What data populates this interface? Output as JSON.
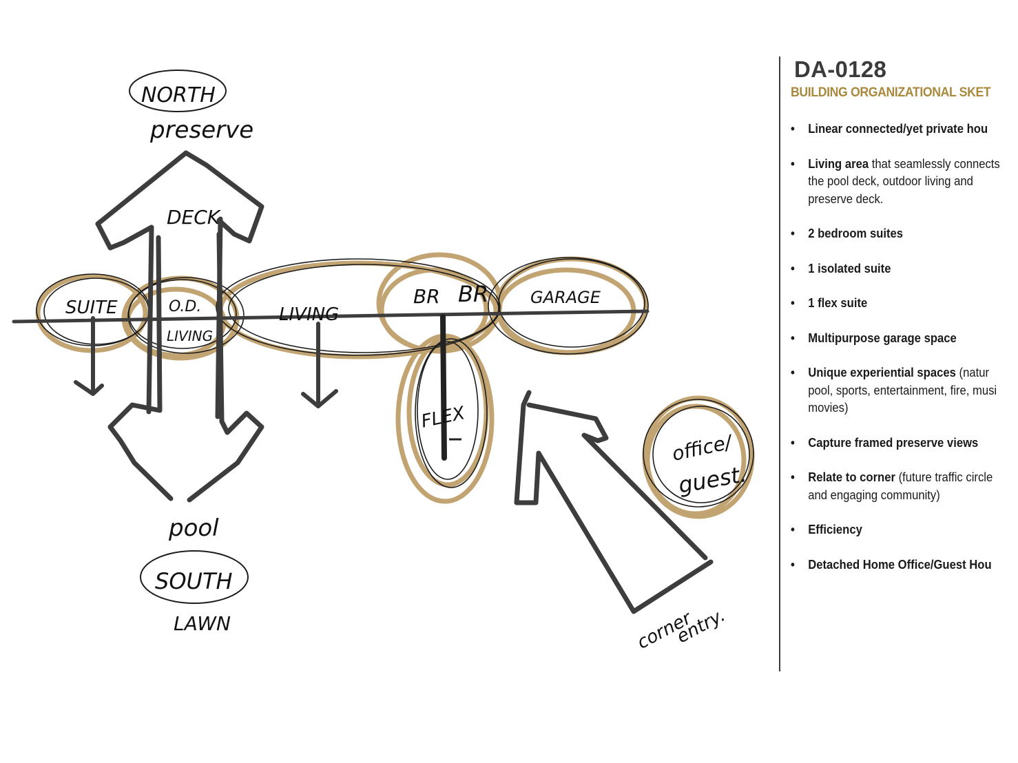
{
  "sketch": {
    "labels": {
      "north": "NORTH",
      "preserve": "preserve",
      "deck": "DECK",
      "suite": "SUITE",
      "od": "O.D.",
      "od_living": "LIVING",
      "living": "LIVING",
      "br1": "BR",
      "br2": "BR",
      "garage": "GARAGE",
      "flex": "FLEX",
      "office": "office/",
      "guest": "guest.",
      "pool": "pool",
      "south": "SOUTH",
      "lawn": "LAWN",
      "corner": "corner",
      "entry": "entry."
    },
    "colors": {
      "ink": "#1c1c1c",
      "marker": "#3d3d3d",
      "gold": "#b8955a"
    }
  },
  "panel": {
    "title": "DA-0128",
    "subtitle": "BUILDING ORGANIZATIONAL SKET",
    "bullets": [
      {
        "bold": "Linear connected/yet private hou",
        "lines": []
      },
      {
        "bold": "Living area",
        "rest": " that seamlessly connects",
        "lines": [
          "the pool deck, outdoor living and",
          "preserve deck."
        ]
      },
      {
        "bold": "2 bedroom suites",
        "lines": []
      },
      {
        "bold": "1 isolated suite",
        "lines": []
      },
      {
        "bold": "1 flex suite",
        "lines": []
      },
      {
        "bold": "Multipurpose garage space",
        "lines": []
      },
      {
        "bold": "Unique experiential spaces",
        "rest": " (natur",
        "lines": [
          "pool, sports, entertainment, fire, musi",
          "movies)"
        ]
      },
      {
        "bold": "Capture framed preserve views",
        "lines": []
      },
      {
        "bold": "Relate to corner",
        "rest": " (future traffic circle",
        "lines": [
          "and engaging community)"
        ]
      },
      {
        "bold": "Efficiency",
        "lines": []
      },
      {
        "bold": "Detached Home Office/Guest Hou",
        "lines": []
      }
    ]
  }
}
